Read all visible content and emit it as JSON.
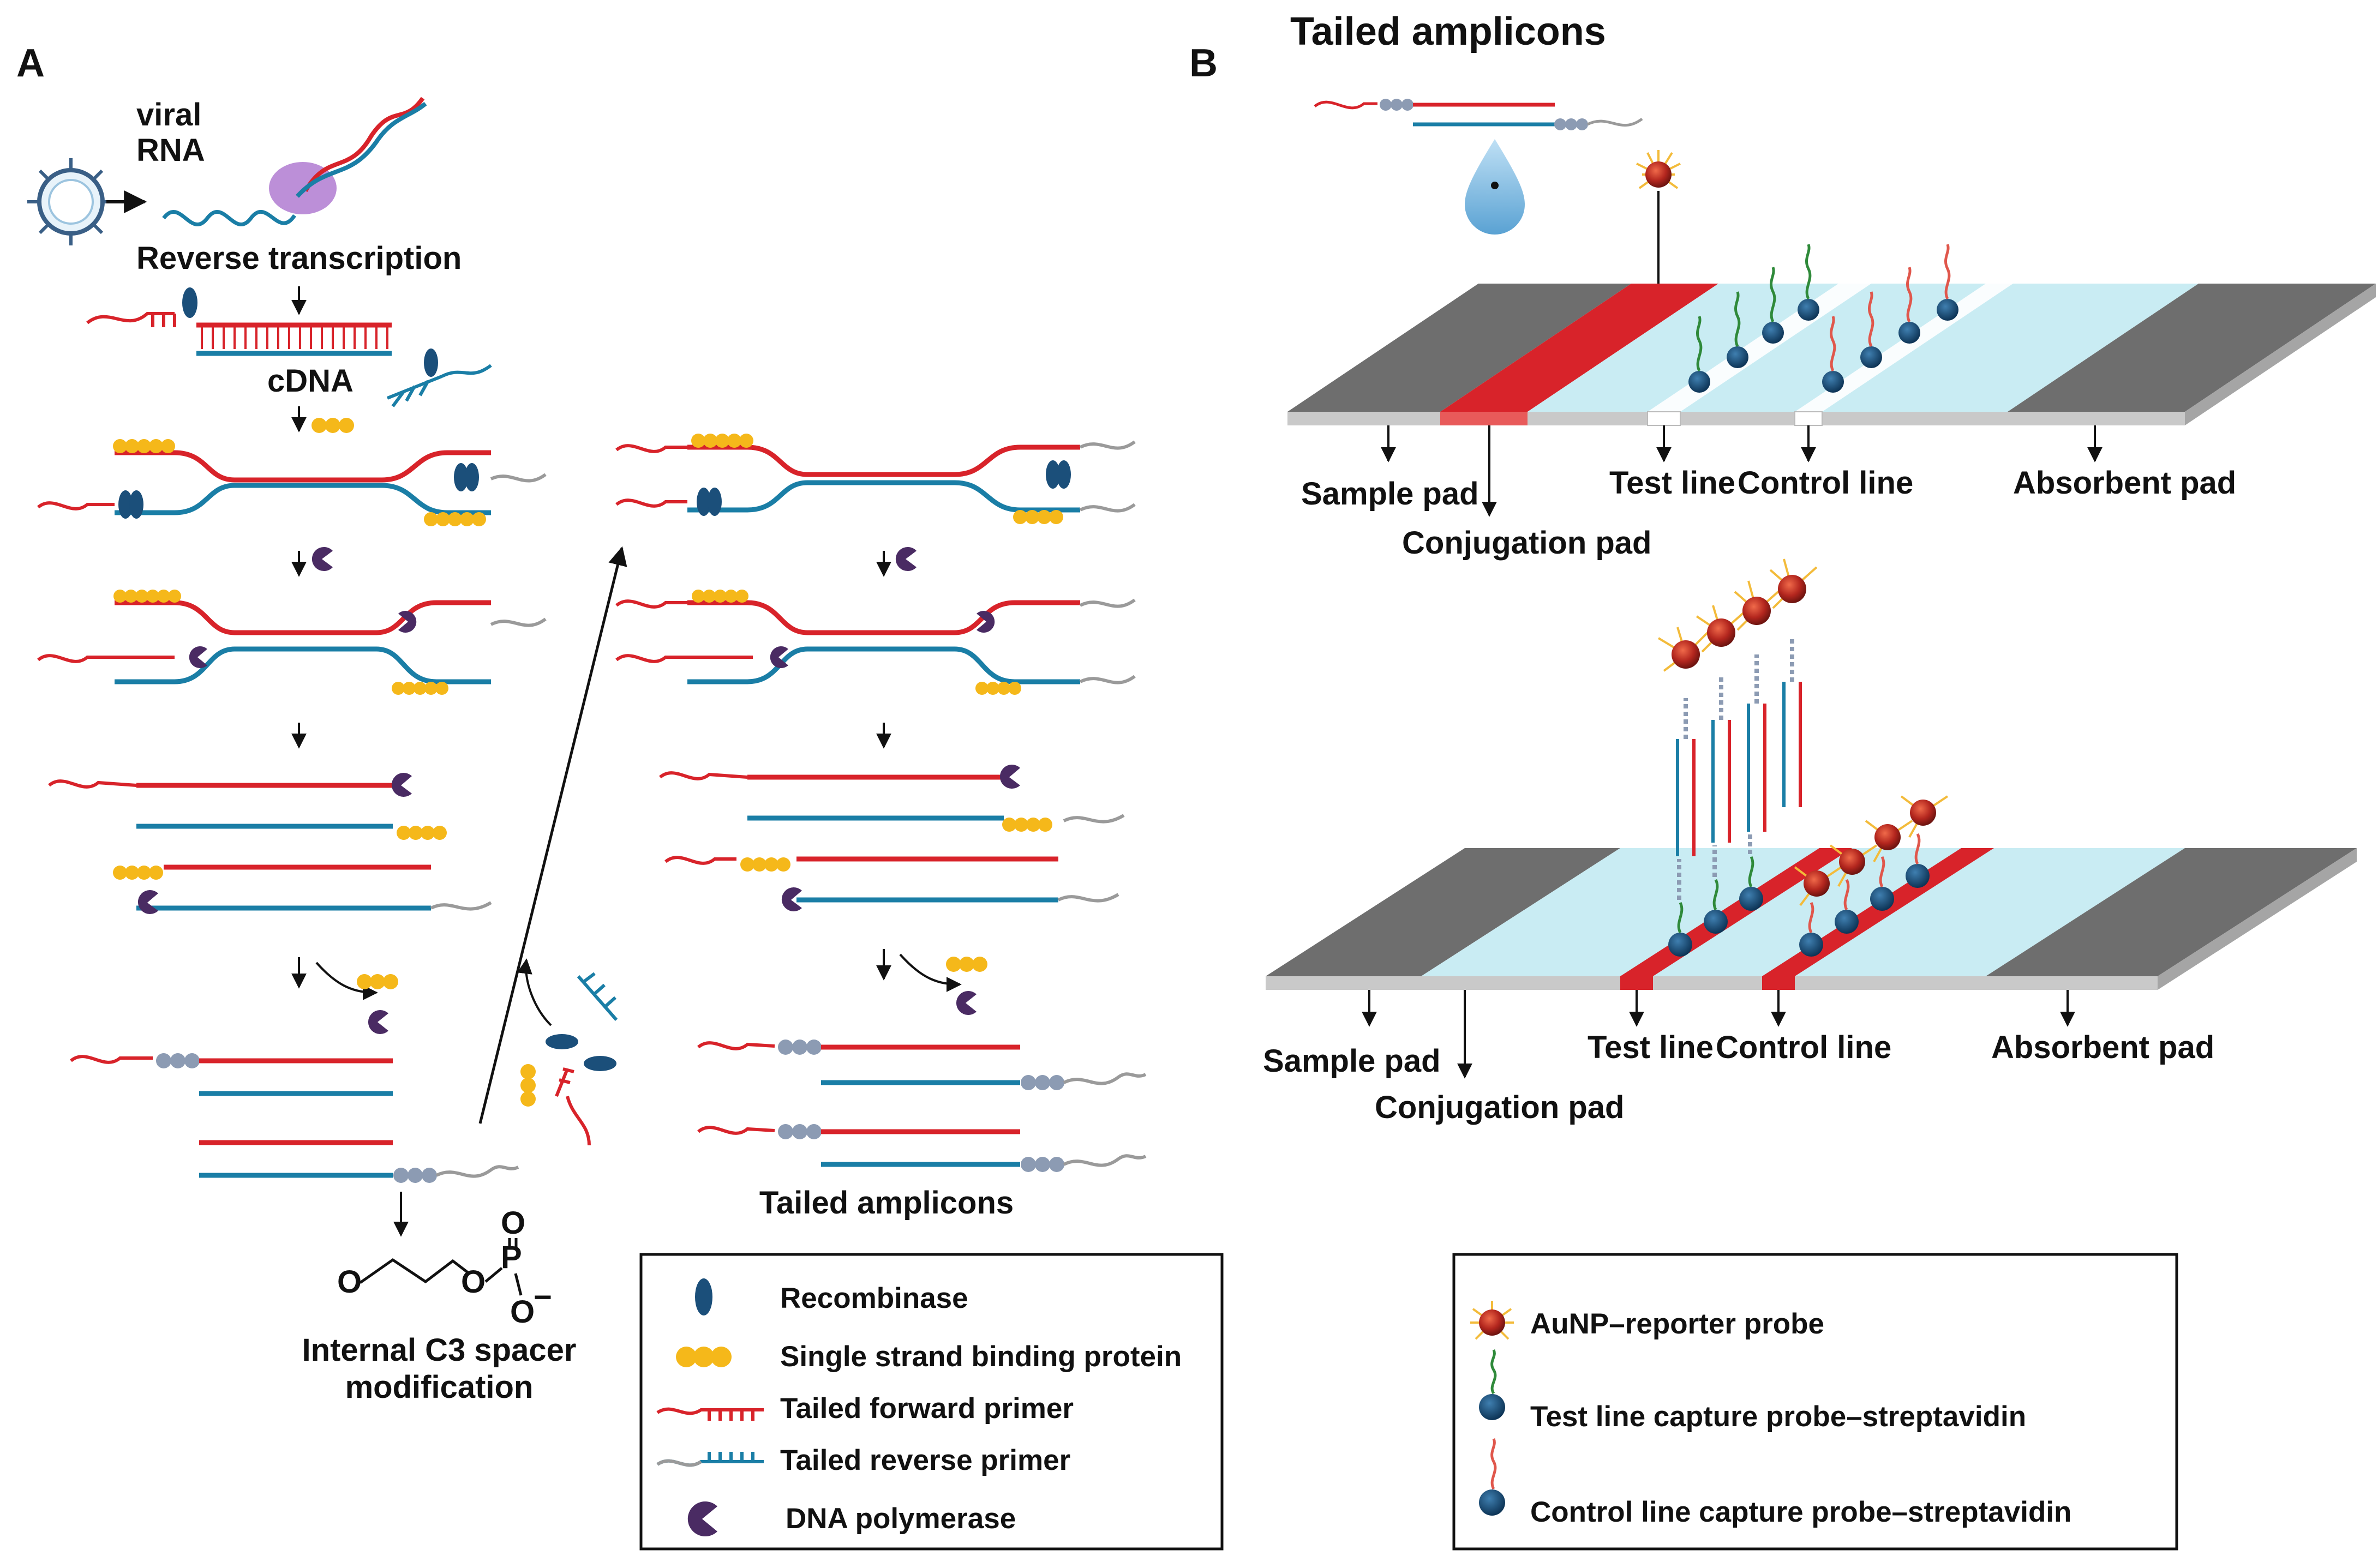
{
  "panels": {
    "a": "A",
    "b": "B"
  },
  "panel_a": {
    "viral_rna_line1": "viral",
    "viral_rna_line2": "RNA",
    "reverse_transcription": "Reverse transcription",
    "cdna": "cDNA",
    "tailed_amplicons": "Tailed amplicons",
    "spacer": {
      "atom_o1": "O",
      "atom_o2": "O",
      "atom_p": "P",
      "atom_o3": "O",
      "atom_o4": "O",
      "minus": "−",
      "caption_line1": "Internal C3 spacer",
      "caption_line2": "modification"
    },
    "legend": [
      {
        "icon": "recombinase-icon",
        "label": "Recombinase"
      },
      {
        "icon": "ssb-protein-icon",
        "label": "Single strand binding protein"
      },
      {
        "icon": "forward-primer-icon",
        "label": "Tailed forward primer"
      },
      {
        "icon": "reverse-primer-icon",
        "label": "Tailed reverse primer"
      },
      {
        "icon": "polymerase-icon",
        "label": "DNA polymerase"
      }
    ]
  },
  "panel_b": {
    "title": "Tailed amplicons",
    "strip_top": {
      "sample_pad": "Sample pad",
      "conjugation_pad": "Conjugation pad",
      "test_line": "Test line",
      "control_line": "Control line",
      "absorbent_pad": "Absorbent pad"
    },
    "strip_bottom": {
      "sample_pad": "Sample pad",
      "conjugation_pad": "Conjugation pad",
      "test_line": "Test line",
      "control_line": "Control line",
      "absorbent_pad": "Absorbent pad"
    },
    "legend": [
      {
        "icon": "aunp-reporter-icon",
        "label": "AuNP–reporter probe"
      },
      {
        "icon": "test-capture-probe-icon",
        "label": "Test line capture probe–streptavidin"
      },
      {
        "icon": "control-capture-probe-icon",
        "label": "Control line capture probe–streptavidin"
      }
    ]
  },
  "colors": {
    "red_strand": "#d8232a",
    "teal_strand": "#1a7ea6",
    "ssb_yellow": "#f5b81a",
    "polymerase_purple": "#4a2b63",
    "recombinase_navy": "#1b4f7a",
    "membrane_blue": "#c9ecf3",
    "pad_gray": "#6e6e6e",
    "gold_np": "#b3261e"
  }
}
